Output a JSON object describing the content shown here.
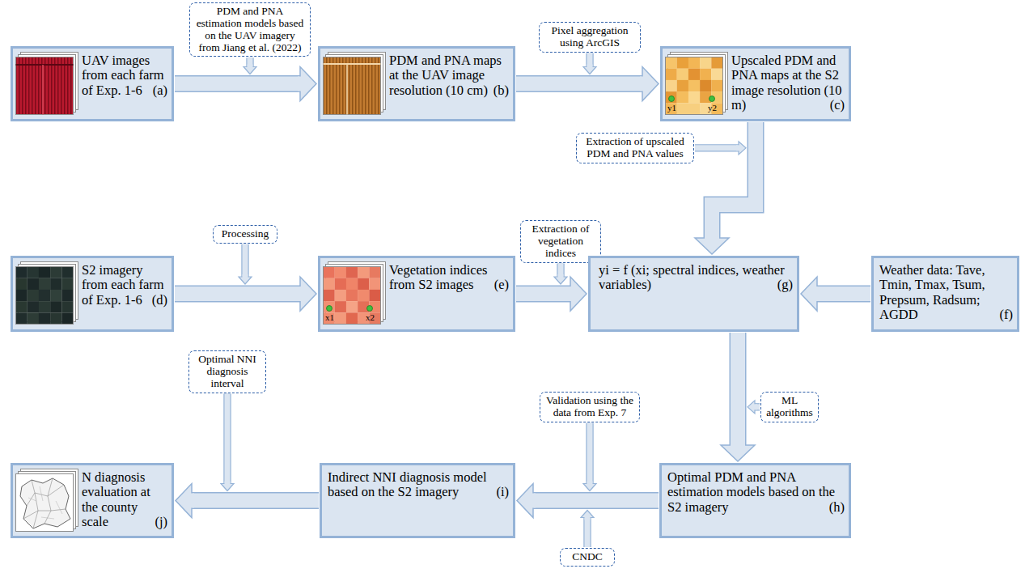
{
  "diagram": {
    "nodes": [
      {
        "text": [
          "PDM and PNA estimation models based on the UAV imagery from Jiang et al. (2022)"
        ]
      },
      {
        "text": [
          "Pixel aggregation using ArcGIS"
        ]
      },
      {
        "text": [
          "UAV images from each farm of Exp. 1-6",
          "(a)"
        ]
      },
      {
        "text": [
          "PDM and PNA maps at the UAV image resolution (10 cm)",
          "(b)"
        ]
      },
      {
        "text": [
          "Upscaled PDM and PNA maps at the S2 image resolution (10 m)",
          "(c)"
        ]
      },
      {
        "text": [
          "Extraction of upscaled PDM and PNA values"
        ]
      },
      {
        "text": [
          "Processing"
        ]
      },
      {
        "text": [
          "Extraction of vegetation indices"
        ]
      },
      {
        "text": [
          "S2 imagery from each farm of Exp. 1-6",
          "(d)"
        ]
      },
      {
        "text": [
          "Vegetation indices from S2 images",
          "(e)"
        ]
      },
      {
        "text": [
          "yi = f (xi; spectral indices, weather variables)",
          "(g)"
        ]
      },
      {
        "text": [
          "Weather data: Tave, Tmin, Tmax, Tsum, Prepsum, Radsum; AGDD",
          "(f)"
        ]
      },
      {
        "text": [
          "Optimal NNI diagnosis interval"
        ]
      },
      {
        "text": [
          "Validation using the data from Exp. 7"
        ]
      },
      {
        "text": [
          "ML algorithms"
        ]
      },
      {
        "text": [
          "N diagnosis evaluation at the county scale",
          "(j)"
        ]
      },
      {
        "text": [
          "Indirect NNI diagnosis model based on the S2 imagery",
          "(i)"
        ]
      },
      {
        "text": [
          "Optimal PDM and PNA estimation models based on the S2 imagery",
          "(h)"
        ]
      },
      {
        "text": [
          "CNDC"
        ]
      }
    ],
    "edges": [
      {
        "from": 2,
        "to": 3,
        "arrow": "to"
      },
      {
        "from": 3,
        "to": 4,
        "arrow": "to"
      },
      {
        "from": 4,
        "to": 10,
        "arrow": "to"
      },
      {
        "from": 8,
        "to": 9,
        "arrow": "to"
      },
      {
        "from": 9,
        "to": 10,
        "arrow": "to"
      },
      {
        "from": 11,
        "to": 10,
        "arrow": "to"
      },
      {
        "from": 10,
        "to": 17,
        "arrow": "to"
      },
      {
        "from": 17,
        "to": 16,
        "arrow": "to"
      },
      {
        "from": 16,
        "to": 15,
        "arrow": "to"
      }
    ],
    "labels": [
      "y1",
      "y2",
      "x1",
      "x2"
    ]
  }
}
